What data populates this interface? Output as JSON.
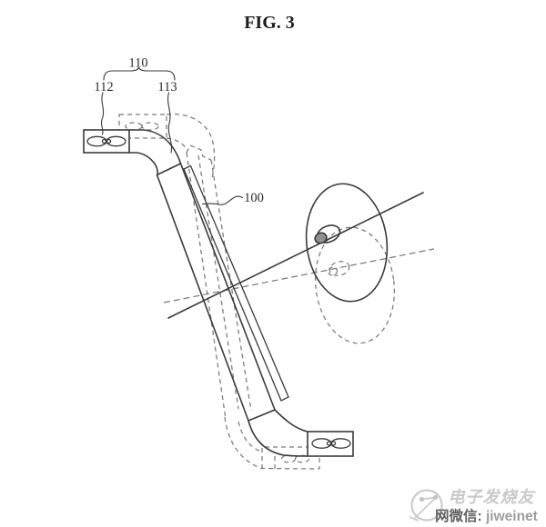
{
  "figure": {
    "title": "FIG. 3",
    "labels": {
      "group": "110",
      "left_part": "112",
      "right_part": "113",
      "body": "100"
    }
  },
  "watermark": {
    "brand": "电子发烧友",
    "wechat_prefix": "网微信:",
    "wechat_id": "jiweinet"
  },
  "colors": {
    "background": "#ffffff",
    "solid_line": "#3a3a3a",
    "dashed_line": "#7a7a7a",
    "knob_fill": "#8f8f8f",
    "watermark_light": "#c9c9c9",
    "watermark_dark": "#616161",
    "watermark_id": "#9e9e9e"
  }
}
